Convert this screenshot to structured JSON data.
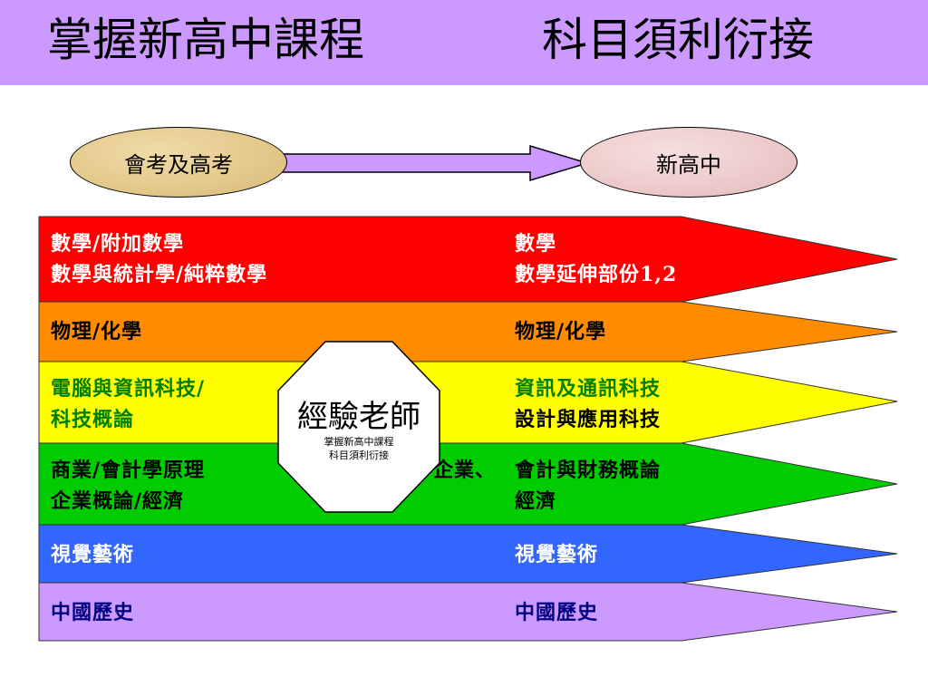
{
  "title": {
    "left": "掌握新高中課程",
    "right": "科目須利衍接"
  },
  "flow": {
    "from": "會考及高考",
    "to": "新高中"
  },
  "center_badge": {
    "main": "經驗老師",
    "sub_line1": "掌握新高中課程",
    "sub_line2": "科目須利衍接"
  },
  "colors": {
    "title_bar": "#cc99ff",
    "band_math": "#ff0000",
    "band_physics": "#ff8c00",
    "band_it": "#ffff00",
    "band_business": "#00cc00",
    "band_arts": "#3366ff",
    "band_history": "#cc99ff"
  },
  "bands": {
    "math": {
      "left1": "數學/附加數學",
      "left2": "數學與統計學/純粹數學",
      "right1": "數學",
      "right2": "數學延伸部份1,2"
    },
    "physics": {
      "left1": "物理/化學",
      "right1": "物理/化學"
    },
    "it": {
      "left1": "電腦與資訊科技/",
      "left2": "科技概論",
      "right1": "資訊及通訊科技",
      "right2": "設計與應用科技"
    },
    "business": {
      "left1": "商業/會計學原理",
      "left2": "企業概論/經濟",
      "mid1": "企業、",
      "right1": "會計與財務概論",
      "right2": "經濟"
    },
    "arts": {
      "left1": "視覺藝術",
      "right1": "視覺藝術"
    },
    "history": {
      "left1": "中國歷史",
      "right1": "中國歷史"
    }
  }
}
